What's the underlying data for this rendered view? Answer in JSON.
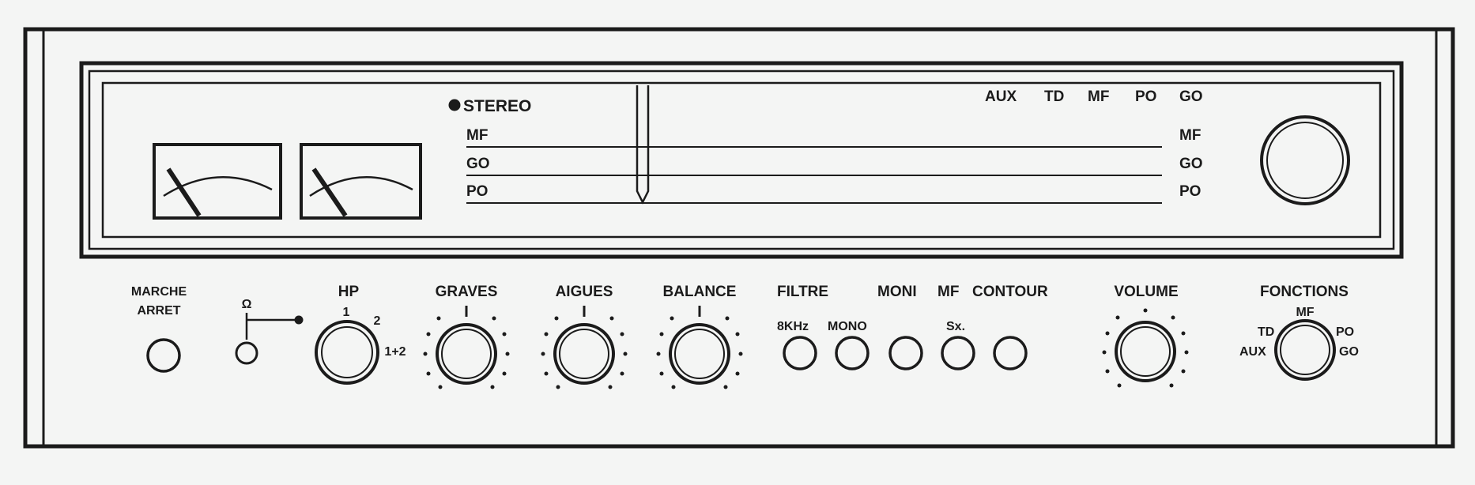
{
  "display": {
    "stereo_label": "STEREO",
    "band_labels_left": [
      "MF",
      "GO",
      "PO"
    ],
    "band_labels_right": [
      "MF",
      "GO",
      "PO"
    ],
    "function_indicators": [
      "AUX",
      "TD",
      "MF",
      "PO",
      "GO"
    ]
  },
  "controls": {
    "power": {
      "line1": "MARCHE",
      "line2": "ARRET"
    },
    "headphone_symbol": "Ω",
    "hp": {
      "label": "HP",
      "pos_1": "1",
      "pos_2": "2",
      "pos_12": "1+2"
    },
    "graves": "GRAVES",
    "aigues": "AIGUES",
    "balance": "BALANCE",
    "filtre": "FILTRE",
    "filtre_8khz": "8KHz",
    "mono": "MONO",
    "moni": "MONI",
    "mf": "MF",
    "mf_sx": "Sx.",
    "contour": "CONTOUR",
    "volume": "VOLUME",
    "fonctions": {
      "label": "FONCTIONS",
      "mf": "MF",
      "td": "TD",
      "po": "PO",
      "aux": "AUX",
      "go": "GO"
    }
  },
  "colors": {
    "ink": "#1b1b1b",
    "paper": "#f4f5f4"
  }
}
